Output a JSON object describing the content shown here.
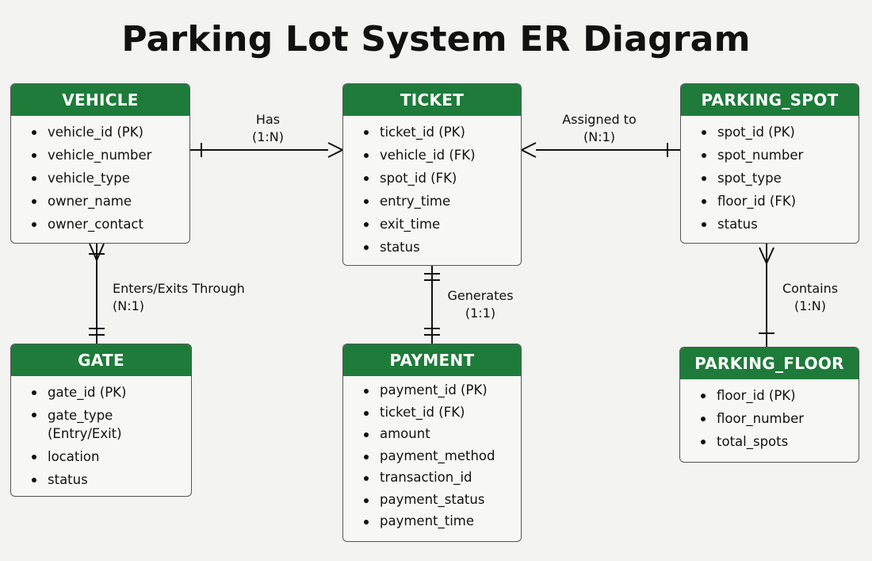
{
  "title": "Parking Lot System ER Diagram",
  "colors": {
    "header": "#1e7b3a",
    "line": "#111111",
    "border": "#555555"
  },
  "entities": {
    "vehicle": {
      "name": "VEHICLE",
      "attributes": [
        "vehicle_id (PK)",
        "vehicle_number",
        "vehicle_type",
        "owner_name",
        "owner_contact"
      ]
    },
    "ticket": {
      "name": "TICKET",
      "attributes": [
        "ticket_id (PK)",
        "vehicle_id (FK)",
        "spot_id (FK)",
        "entry_time",
        "exit_time",
        "status"
      ]
    },
    "parking_spot": {
      "name": "PARKING_SPOT",
      "attributes": [
        "spot_id (PK)",
        "spot_number",
        "spot_type",
        "floor_id (FK)",
        "status"
      ]
    },
    "gate": {
      "name": "GATE",
      "attributes": [
        "gate_id (PK)",
        "gate_type",
        "(Entry/Exit)",
        "location",
        "status"
      ]
    },
    "payment": {
      "name": "PAYMENT",
      "attributes": [
        "payment_id (PK)",
        "ticket_id (FK)",
        "amount",
        "payment_method",
        "transaction_id",
        "payment_status",
        "payment_time"
      ]
    },
    "parking_floor": {
      "name": "PARKING_FLOOR",
      "attributes": [
        "floor_id (PK)",
        "floor_number",
        "total_spots"
      ]
    }
  },
  "relationships": {
    "has": {
      "label": "Has",
      "cardinality": "(1:N)"
    },
    "assigned": {
      "label": "Assigned to",
      "cardinality": "(N:1)"
    },
    "enters": {
      "label": "Enters/Exits Through",
      "cardinality": "(N:1)"
    },
    "generates": {
      "label": "Generates",
      "cardinality": "(1:1)"
    },
    "contains": {
      "label": "Contains",
      "cardinality": "(1:N)"
    }
  }
}
